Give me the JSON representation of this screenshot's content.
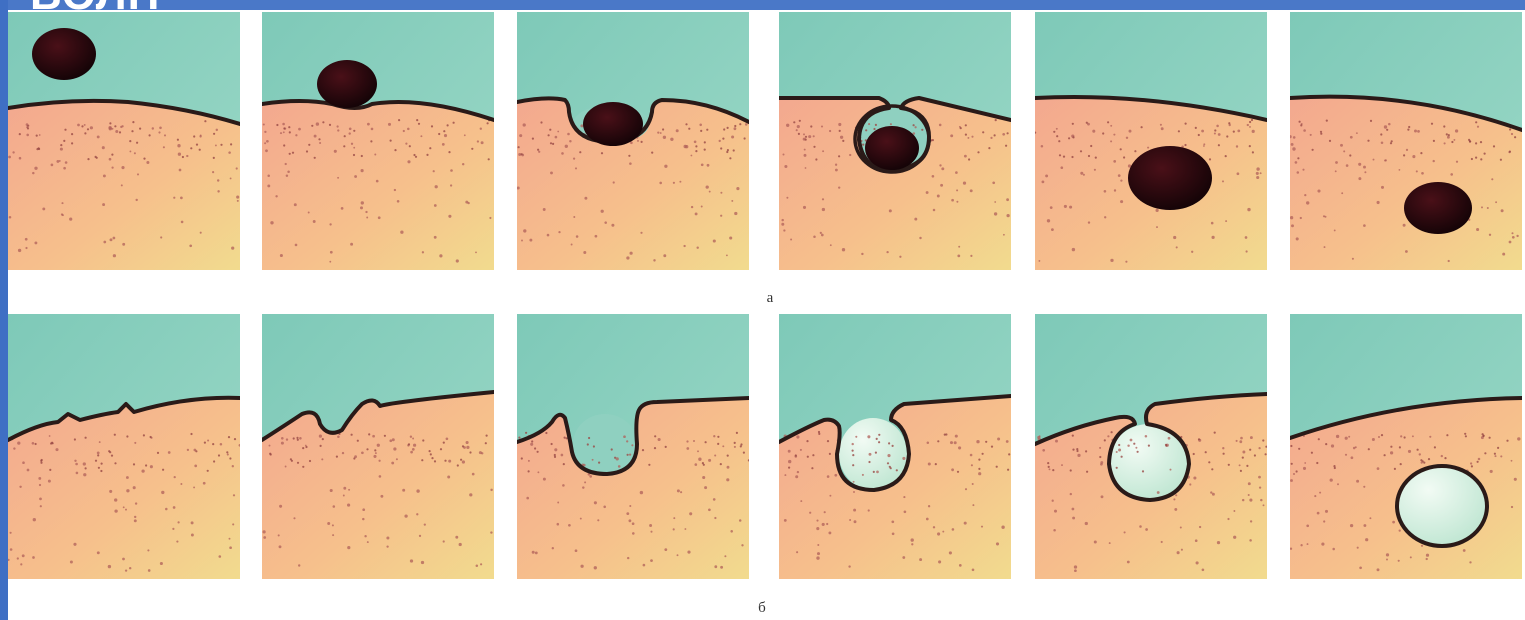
{
  "title": "ВОЛН",
  "rows": [
    {
      "label": "а",
      "particle": "solid",
      "stages": [
        {
          "stage": 1,
          "event": "particle-approach"
        },
        {
          "stage": 2,
          "event": "particle-contact"
        },
        {
          "stage": 3,
          "event": "membrane-invagination"
        },
        {
          "stage": 4,
          "event": "vesicle-closing"
        },
        {
          "stage": 5,
          "event": "particle-internalized"
        },
        {
          "stage": 6,
          "event": "particle-deep"
        }
      ]
    },
    {
      "label": "б",
      "particle": "liquid",
      "stages": [
        {
          "stage": 1,
          "event": "surface-ruffle"
        },
        {
          "stage": 2,
          "event": "pseudopod-forming"
        },
        {
          "stage": 3,
          "event": "pocket-forming"
        },
        {
          "stage": 4,
          "event": "pocket-deepening"
        },
        {
          "stage": 5,
          "event": "vesicle-closing"
        },
        {
          "stage": 6,
          "event": "vesicle-internalized"
        }
      ]
    }
  ],
  "colors": {
    "medium": "#8fd0c0",
    "cytoplasm": "#f0b090",
    "membrane": "#2a1a18",
    "particle": "#1a0608",
    "droplet": "#d8f0e2",
    "header": "#4a78c8"
  }
}
